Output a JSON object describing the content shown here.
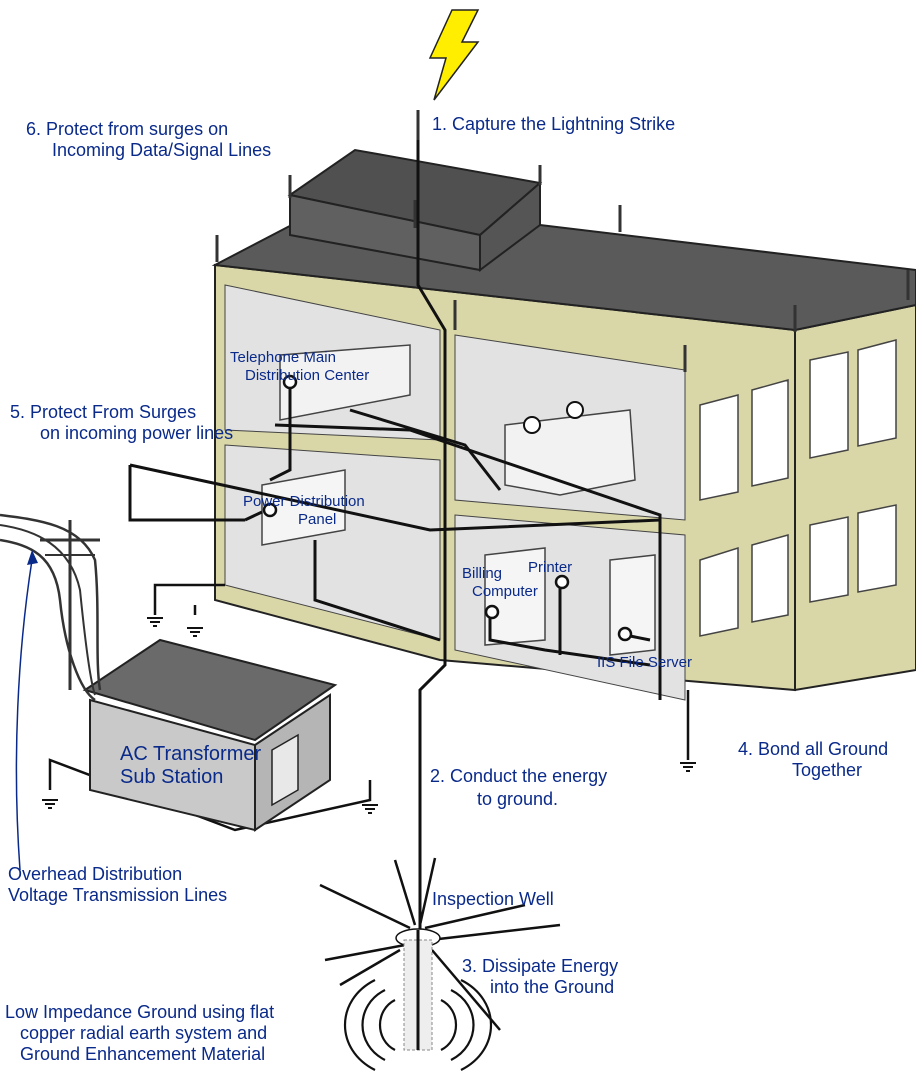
{
  "labels": {
    "step1": "1. Capture the Lightning Strike",
    "step2_line1": "2. Conduct the energy",
    "step2_line2": "to ground.",
    "step3_line1": "3. Dissipate Energy",
    "step3_line2": "into the Ground",
    "step4_line1": "4. Bond all Ground",
    "step4_line2": "Together",
    "step5_line1": "5. Protect From Surges",
    "step5_line2": "on incoming power lines",
    "step6_line1": "6. Protect from surges on",
    "step6_line2": "Incoming Data/Signal Lines",
    "telephone_line1": "Telephone Main",
    "telephone_line2": "Distribution Center",
    "power_panel_line1": "Power Distribution",
    "power_panel_line2": "Panel",
    "billing_line1": "Billing",
    "billing_line2": "Computer",
    "printer": "Printer",
    "file_server": "IIS File Server",
    "transformer_line1": "AC Transformer",
    "transformer_line2": "Sub Station",
    "overhead_line1": "Overhead Distribution",
    "overhead_line2": "Voltage Transmission Lines",
    "inspection_well": "Inspection Well",
    "ground_line1": "Low Impedance Ground using flat",
    "ground_line2": "copper radial earth system and",
    "ground_line3": "Ground Enhancement Material"
  },
  "colors": {
    "label_text": "#0a2a8a",
    "roof": "#5a5a5a",
    "wall": "#d9d6a8",
    "interior": "#e2e2e2",
    "lightning": "#ffee00"
  }
}
